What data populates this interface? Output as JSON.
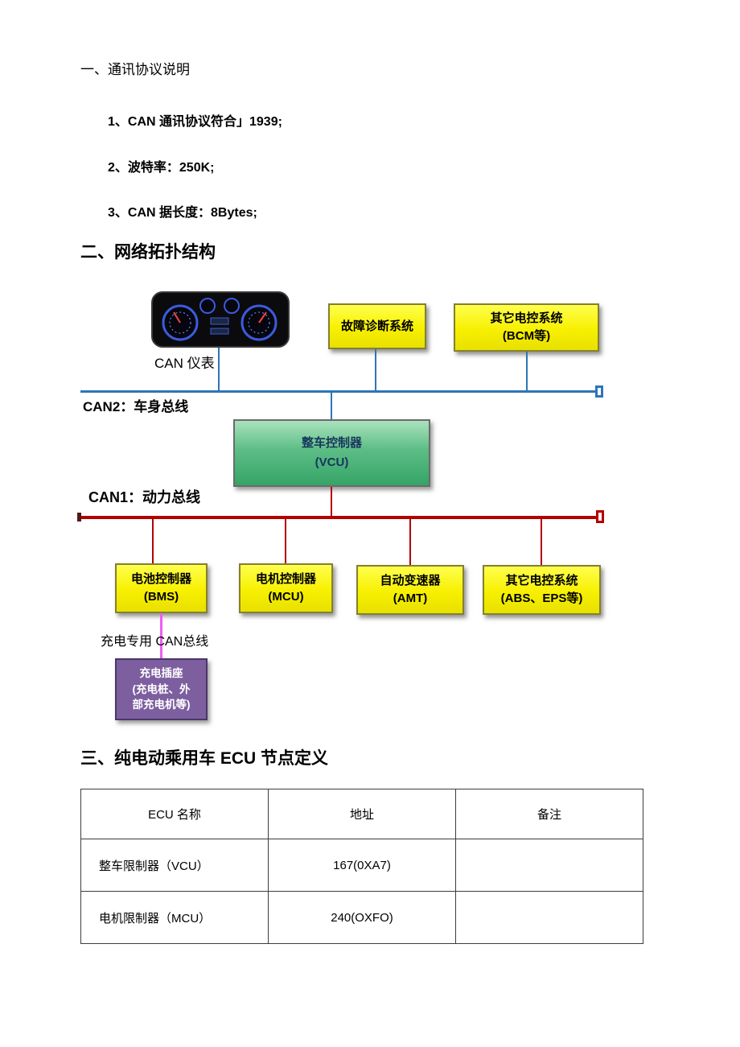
{
  "section1": {
    "heading": "一、通讯协议说明",
    "items": [
      "1、CAN 通讯协议符合」1939;",
      "2、波特率：250K;",
      "3、CAN 据长度：8Bytes;"
    ]
  },
  "section2": {
    "heading": "二、网络拓扑结构"
  },
  "diagram": {
    "dashboard_label": "CAN 仪表",
    "can2_label": "CAN2：车身总线",
    "can1_label": "CAN1：动力总线",
    "charge_bus_label": "充电专用 CAN总线",
    "diagnosis": {
      "line1": "故障诊断系统"
    },
    "bcm": {
      "line1": "其它电控系统",
      "line2": "(BCM等)"
    },
    "vcu": {
      "line1": "整车控制器",
      "line2": "(VCU)"
    },
    "bms": {
      "line1": "电池控制器",
      "line2": "(BMS)"
    },
    "mcu": {
      "line1": "电机控制器",
      "line2": "(MCU)"
    },
    "amt": {
      "line1": "自动变速器",
      "line2": "(AMT)"
    },
    "abs": {
      "line1": "其它电控系统",
      "line2": "(ABS、EPS等)"
    },
    "charger": {
      "line1": "充电插座",
      "line2": "(充电桩、外",
      "line3": "部充电机等)"
    },
    "colors": {
      "can2_blue": "#2e75b6",
      "can1_red": "#b30000",
      "charge_pink": "#f25cf2",
      "node_yellow": "#f7f000",
      "vcu_green": "#35a467",
      "charger_purple": "#7d5fa0"
    }
  },
  "section3": {
    "heading": "三、纯电动乘用车 ECU 节点定义"
  },
  "table": {
    "headers": [
      "ECU 名称",
      "地址",
      "备注"
    ],
    "rows": [
      {
        "name": "整车限制器（VCU）",
        "addr": "167(0XA7)",
        "note": ""
      },
      {
        "name": "电机限制器（MCU）",
        "addr": "240(OXFO)",
        "note": ""
      }
    ]
  }
}
